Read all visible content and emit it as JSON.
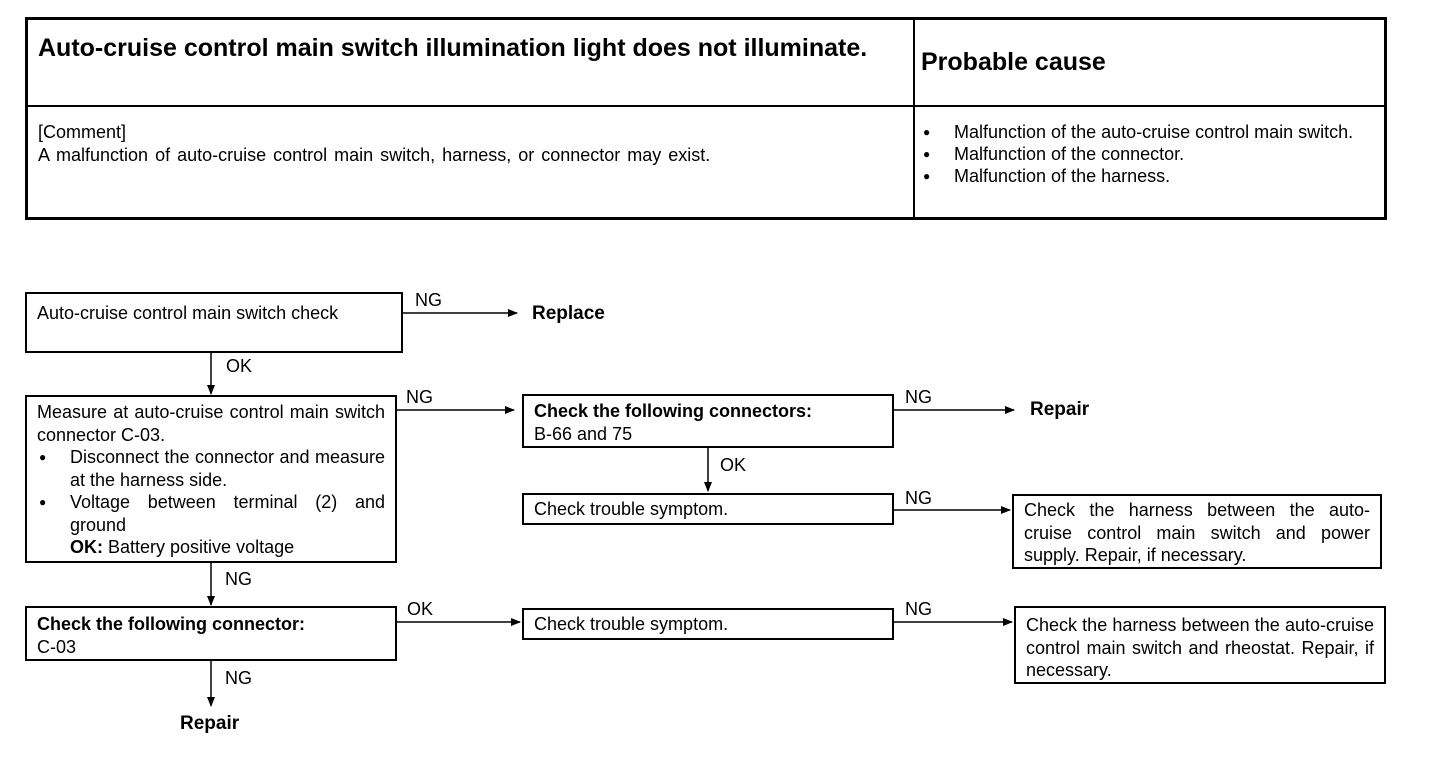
{
  "header": {
    "title": "Auto-cruise control main switch illumination light does not illuminate.",
    "probable_cause_title": "Probable cause",
    "comment_label": "[Comment]",
    "comment_text": "A malfunction of auto-cruise control main switch, harness, or connector may exist.",
    "causes": [
      "Malfunction of the auto-cruise control main switch.",
      "Malfunction of the connector.",
      "Malfunction of the harness."
    ]
  },
  "flow": {
    "box1": "Auto-cruise control main switch check",
    "box2": {
      "line1": "Measure at auto-cruise control main switch connector C-03.",
      "bullet1": "Disconnect the connector and measure at the harness side.",
      "bullet2": "Voltage between terminal (2) and ground",
      "ok_label": "OK:",
      "ok_text": "Battery positive voltage"
    },
    "box3": {
      "title": "Check the following connector:",
      "text": "C-03"
    },
    "box4": {
      "title": "Check the following connectors:",
      "text": "B-66 and 75"
    },
    "box5": "Check trouble symptom.",
    "box6": "Check trouble symptom.",
    "box7": "Check the harness between the auto-cruise control main switch and power supply. Repair, if necessary.",
    "box8": "Check the harness between the auto-cruise control main switch and rheostat. Repair, if necessary.",
    "results": {
      "replace": "Replace",
      "repair_top": "Repair",
      "repair_bottom": "Repair"
    },
    "labels": {
      "ng1": "NG",
      "ok1": "OK",
      "ng2": "NG",
      "ng3": "NG",
      "ok2": "OK",
      "ng4": "NG",
      "ng5": "NG",
      "ng6": "NG",
      "ok3": "OK"
    }
  }
}
